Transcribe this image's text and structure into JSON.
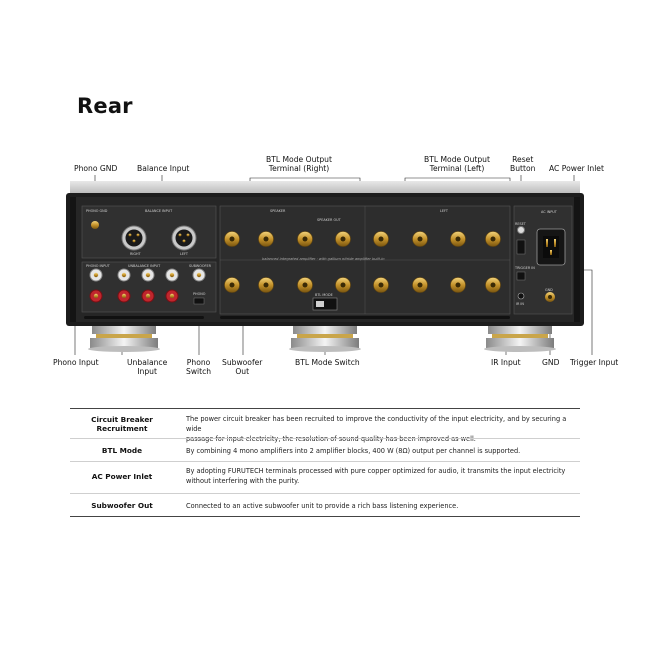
{
  "heading": "Rear",
  "callouts": {
    "phono_gnd": "Phono GND",
    "balance_input": "Balance Input",
    "btl_right": [
      "BTL Mode Output",
      "Terminal (Right)"
    ],
    "btl_left": [
      "BTL Mode Output",
      "Terminal (Left)"
    ],
    "reset": [
      "Reset",
      "Button"
    ],
    "ac_inlet": "AC Power Inlet",
    "phono_input": "Phono Input",
    "unbalance_input": [
      "Unbalance",
      "Input"
    ],
    "phono_switch": [
      "Phono",
      "Switch"
    ],
    "subwoofer_out": [
      "Subwoofer",
      "Out"
    ],
    "btl_switch": "BTL Mode Switch",
    "ir_input": "IR Input",
    "gnd": "GND",
    "trigger_input": "Trigger Input"
  },
  "panel_labels": {
    "phono_gnd": "PHONO GND",
    "balance_input": "BALANCE INPUT",
    "right": "RIGHT",
    "left": "LEFT",
    "phono_input": "PHONO INPUT",
    "unbalance_input": "UNBALANCE INPUT",
    "subwoofer": "SUBWOOFER",
    "phono": "PHONO",
    "speaker_r": "SPEAKER",
    "speaker_out": "SPEAKER OUT",
    "speaker_l": "LEFT",
    "btl_mode": "BTL MODE",
    "ac_input": "AC INPUT",
    "trigger_in": "TRIGGER IN",
    "gnd": "GND",
    "ir_in": "IR IN",
    "reset": "RESET",
    "brand_line": "balanced integrated amplifier · with gallium nitride amplifier built-in"
  },
  "features": [
    {
      "title": [
        "Circuit Breaker",
        "Recruitment"
      ],
      "desc": [
        "The power circuit breaker has been recruited to improve the conductivity of the input electricity, and by securing a wide",
        "passage for input electricity, the resolution of sound quality has been improved as well."
      ]
    },
    {
      "title": [
        "BTL Mode"
      ],
      "desc": [
        "By combining 4 mono amplifiers into 2 amplifier blocks, 400 W (8Ω) output per channel is supported."
      ]
    },
    {
      "title": [
        "AC Power Inlet"
      ],
      "desc": [
        "By adopting FURUTECH terminals processed with pure copper optimized for audio, it transmits the input electricity",
        "without interfering with the purity."
      ]
    },
    {
      "title": [
        "Subwoofer Out"
      ],
      "desc": [
        "Connected to an active subwoofer unit to provide a rich bass listening experience."
      ]
    }
  ],
  "colors": {
    "chassis": "#1a1a1a",
    "panel": "#2a2a2a",
    "gold": "#c99a2e",
    "red_ring": "#c0262d",
    "silver": "#d8d8d8"
  }
}
